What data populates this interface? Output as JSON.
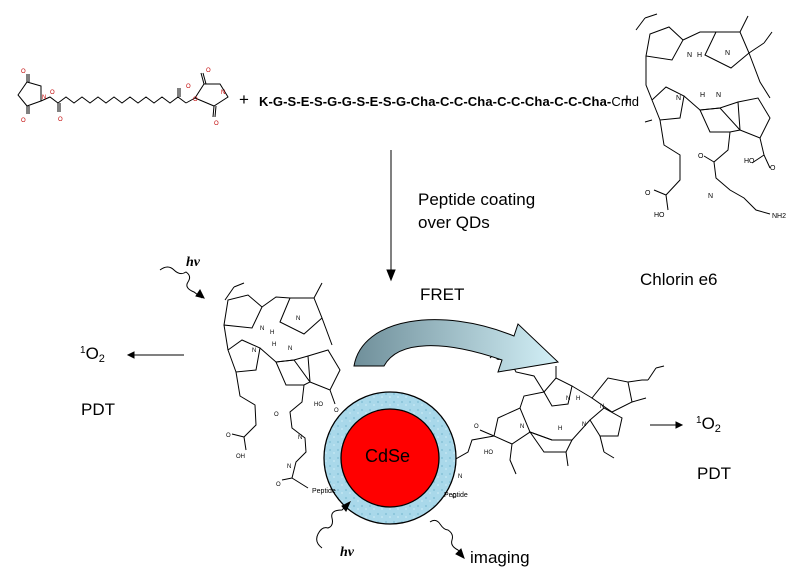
{
  "reaction": {
    "plus": "+",
    "peptide_sequence": "K-G-S-E-S-G-G-S-E-S-G-Cha-C-C-Cha-C-C-Cha-C-C-Cha-",
    "peptide_end": "Cmd"
  },
  "step": {
    "line1": "Peptide coating",
    "line2": "over QDs"
  },
  "chlorin": {
    "name": "Chlorin e6",
    "nh": "N",
    "h": "H",
    "cooh": "OH",
    "nh2": "NH2"
  },
  "fret": {
    "label": "FRET"
  },
  "core": {
    "label": "CdSe"
  },
  "outputs": {
    "singlet_left_sup": "1",
    "singlet_left_base": "O",
    "singlet_left_sub": "2",
    "pdt_left": "PDT",
    "singlet_right_sup": "1",
    "singlet_right_base": "O",
    "singlet_right_sub": "2",
    "pdt_right": "PDT",
    "imaging": "imaging"
  },
  "light": {
    "hv_top": "hv",
    "hv_bottom": "hv"
  },
  "attach": {
    "peptide_left": "Peptide",
    "peptide_right": "Peptide"
  },
  "colors": {
    "core": "#ff0000",
    "shell": "#a9d8ea",
    "arrow_dark": "#6f8f9a",
    "arrow_light": "#c9ecf3"
  }
}
